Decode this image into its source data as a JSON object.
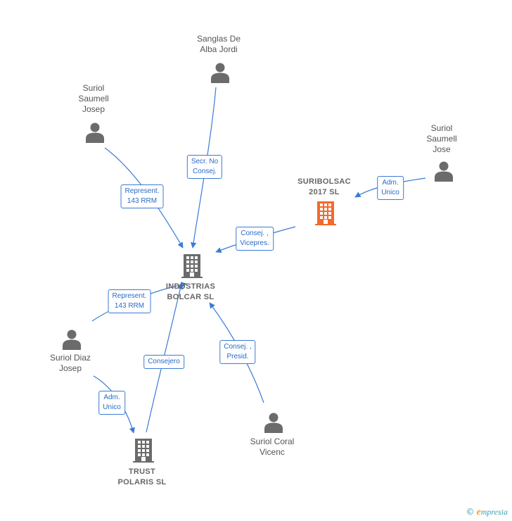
{
  "nodes": [
    {
      "id": "sanglas",
      "kind": "person",
      "label": "Sanglas De\nAlba Jordi"
    },
    {
      "id": "suriol_saumell_josep",
      "kind": "person",
      "label": "Suriol\nSaumell\nJosep"
    },
    {
      "id": "suriol_saumell_jose",
      "kind": "person",
      "label": "Suriol\nSaumell\nJose"
    },
    {
      "id": "suribolsac",
      "kind": "company",
      "focus": true,
      "label": "SURIBOLSAC\n2017  SL"
    },
    {
      "id": "industrias",
      "kind": "company",
      "focus": false,
      "label": "INDUSTRIAS\nBOLCAR  SL"
    },
    {
      "id": "suriol_diaz",
      "kind": "person",
      "label": "Suriol Diaz\nJosep"
    },
    {
      "id": "trust",
      "kind": "company",
      "focus": false,
      "label": "TRUST\nPOLARIS  SL"
    },
    {
      "id": "suriol_coral",
      "kind": "person",
      "label": "Suriol Coral\nVicenc"
    }
  ],
  "edges": [
    {
      "from": "sanglas",
      "to": "industrias",
      "label": "Secr.  No\nConsej."
    },
    {
      "from": "suriol_saumell_josep",
      "to": "industrias",
      "label": "Represent.\n143 RRM"
    },
    {
      "from": "suriol_saumell_jose",
      "to": "suribolsac",
      "label": "Adm.\nUnico"
    },
    {
      "from": "suribolsac",
      "to": "industrias",
      "label": "Consej. ,\nVicepres."
    },
    {
      "from": "suriol_diaz",
      "to": "industrias",
      "label": "Represent.\n143 RRM"
    },
    {
      "from": "suriol_diaz",
      "to": "trust",
      "label": "Adm.\nUnico"
    },
    {
      "from": "trust",
      "to": "industrias",
      "label": "Consejero"
    },
    {
      "from": "suriol_coral",
      "to": "industrias",
      "label": "Consej. ,\nPresid."
    }
  ],
  "colors": {
    "edge": "#3a7bd5",
    "person": "#6b6b6b",
    "company": "#6b6b6b",
    "focus_company": "#f26a2e"
  },
  "icons": {
    "person": "person-icon",
    "company": "building-icon"
  },
  "footer": {
    "copyright": "©",
    "brand_initial": "e",
    "brand_rest": "mpresia"
  }
}
